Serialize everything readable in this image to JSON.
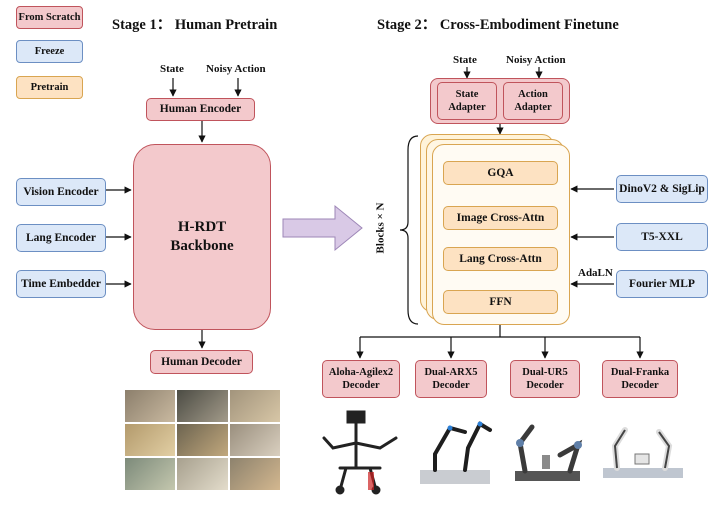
{
  "legend": {
    "from_scratch": "From Scratch",
    "freeze": "Freeze",
    "pretrain": "Pretrain"
  },
  "stage1": {
    "title": "Stage 1： Human Pretrain",
    "input_state": "State",
    "input_noisy_action": "Noisy Action",
    "human_encoder": "Human Encoder",
    "vision_encoder": "Vision Encoder",
    "lang_encoder": "Lang Encoder",
    "time_embedder": "Time Embedder",
    "backbone_line1": "H-RDT",
    "backbone_line2": "Backbone",
    "human_decoder": "Human Decoder"
  },
  "stage2": {
    "title": "Stage 2： Cross-Embodiment  Finetune",
    "input_state": "State",
    "input_noisy_action": "Noisy Action",
    "state_adapter_line1": "State",
    "state_adapter_line2": "Adapter",
    "action_adapter_line1": "Action",
    "action_adapter_line2": "Adapter",
    "blocks_label": "Blocks × N",
    "layers": [
      "GQA",
      "Image Cross-Attn",
      "Lang Cross-Attn",
      "FFN"
    ],
    "dino_siglip": "DinoV2 & SigLip",
    "t5": "T5-XXL",
    "adaln": "AdaLN",
    "fourier": "Fourier MLP",
    "decoders": [
      {
        "line1": "Aloha-Agilex2",
        "line2": "Decoder"
      },
      {
        "line1": "Dual-ARX5",
        "line2": "Decoder"
      },
      {
        "line1": "Dual-UR5",
        "line2": "Decoder"
      },
      {
        "line1": "Dual-Franka",
        "line2": "Decoder"
      }
    ]
  },
  "colors": {
    "from_scratch": "#f3c9cc",
    "freeze": "#dce8f8",
    "pretrain": "#fde2c2",
    "transfer_arrow": "#d9c9e6"
  },
  "images": {
    "human_video_grid": "3x3 grid of egocentric human hand manipulation frames",
    "robots": [
      "aloha-agilex2-robot",
      "dual-arx5-robot",
      "dual-ur5-robot",
      "dual-franka-robot"
    ]
  }
}
